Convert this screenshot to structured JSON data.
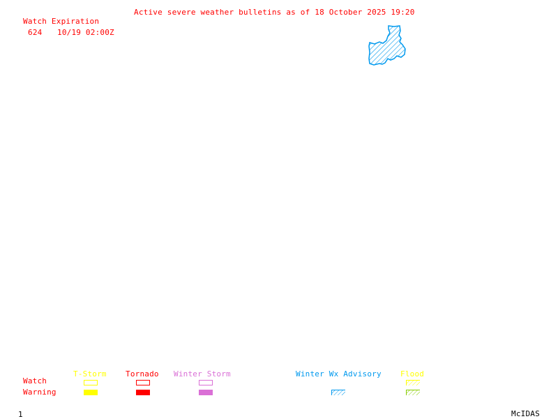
{
  "header": {
    "title": "Active severe weather bulletins as of 18 October 2025 19:20"
  },
  "watch_table": {
    "heading": "Watch Expiration",
    "rows": [
      {
        "number": "624",
        "expiration": "10/19 02:00Z"
      }
    ]
  },
  "map": {
    "polygons": [
      {
        "name": "winter-wx-advisory-area",
        "category": "Winter Wx Advisory",
        "color": "#0099ee",
        "pattern": "hatched"
      }
    ]
  },
  "legend": {
    "row_labels": {
      "watch": "Watch",
      "warning": "Warning"
    },
    "categories": [
      {
        "label": "T-Storm",
        "color": "#ffff00",
        "watch": "outline",
        "warning": "solid"
      },
      {
        "label": "Tornado",
        "color": "#ff0000",
        "watch": "outline",
        "warning": "solid"
      },
      {
        "label": "Winter Storm",
        "color": "#da70d6",
        "watch": "outline",
        "warning": "solid"
      },
      {
        "label": "Winter Wx Advisory",
        "color": "#0099ee",
        "watch": "none",
        "warning": "hatched"
      },
      {
        "label": "Flood",
        "color": "#ffff00",
        "watch": "hatched",
        "warning": "hatched",
        "warning_color": "#88cc00"
      }
    ]
  },
  "footer": {
    "frame_number": "1",
    "brand": "McIDAS"
  }
}
